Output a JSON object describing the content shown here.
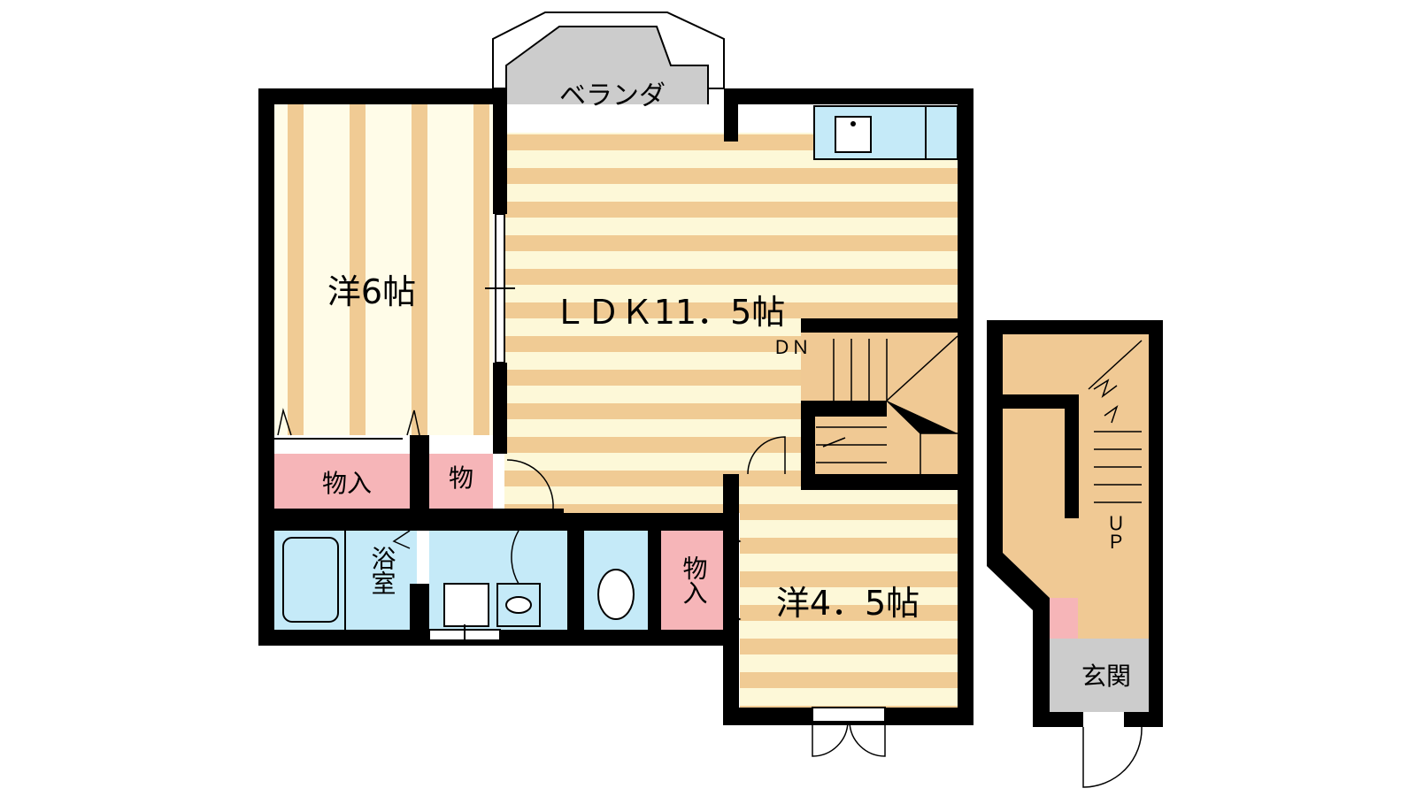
{
  "labels": {
    "veranda": "ベランダ",
    "room_western_6": "洋6帖",
    "room_ldk": "ＬＤＫ11．5帖",
    "stairs_down": "ＤＮ",
    "storage_large": "物入",
    "storage_small": "物",
    "bath": "浴室",
    "storage_vertical": "物入",
    "room_western_45": "洋4．5帖",
    "stairs_up": "ＵＰ",
    "entrance": "玄関"
  },
  "colors": {
    "wall": "#000000",
    "floor_stripe": "#f0cb94",
    "floor_light": "#fdf8d8",
    "wet_area": "#c5eaf8",
    "storage": "#f6b5b8",
    "stairs": "#f0c994",
    "veranda": "#cccccc",
    "entrance_floor": "#cccccc"
  }
}
